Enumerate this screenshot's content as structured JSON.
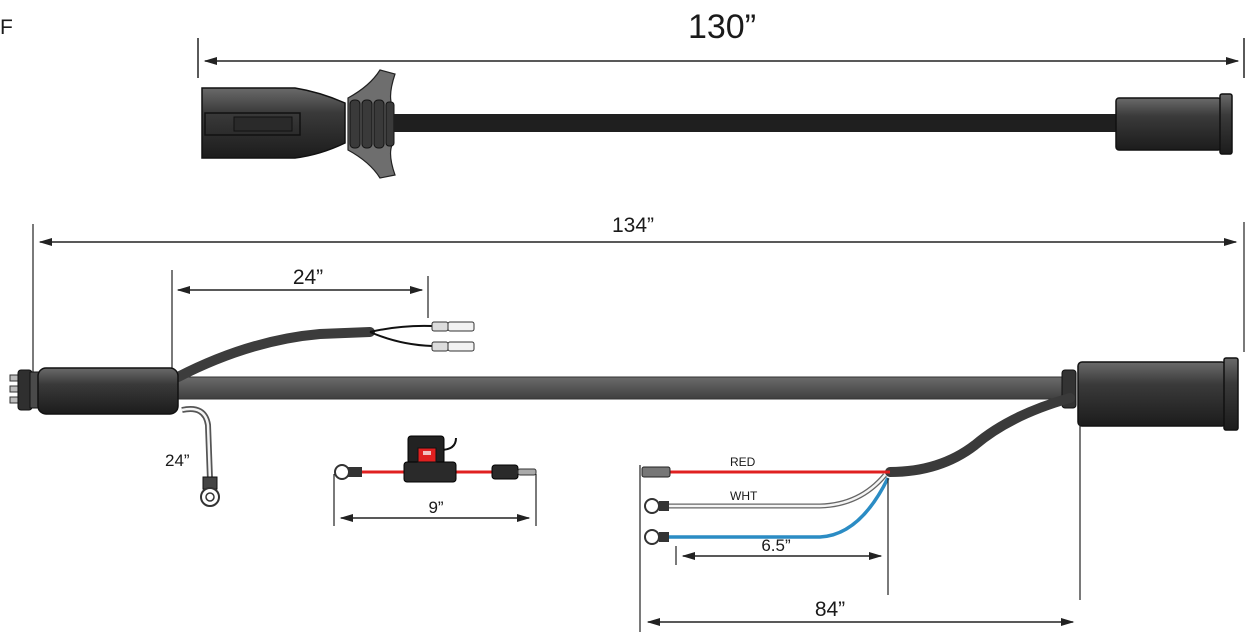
{
  "corner_label": "F",
  "dimensions": {
    "top_cable_length": "130”",
    "bottom_harness_length": "134”",
    "branch_length": "24”",
    "ground_lead_length": "24”",
    "fuse_lead_length": "9”",
    "pigtail_length": "6.5”",
    "tail_length": "84”"
  },
  "wire_labels": {
    "red": "RED",
    "white": "WHT"
  },
  "colors": {
    "cable": "#2e2e2e",
    "flat_cable": "#4a4a4a",
    "red_wire": "#e02020",
    "blue_wire": "#2b8cc4",
    "white_wire": "#f4f4f4"
  }
}
